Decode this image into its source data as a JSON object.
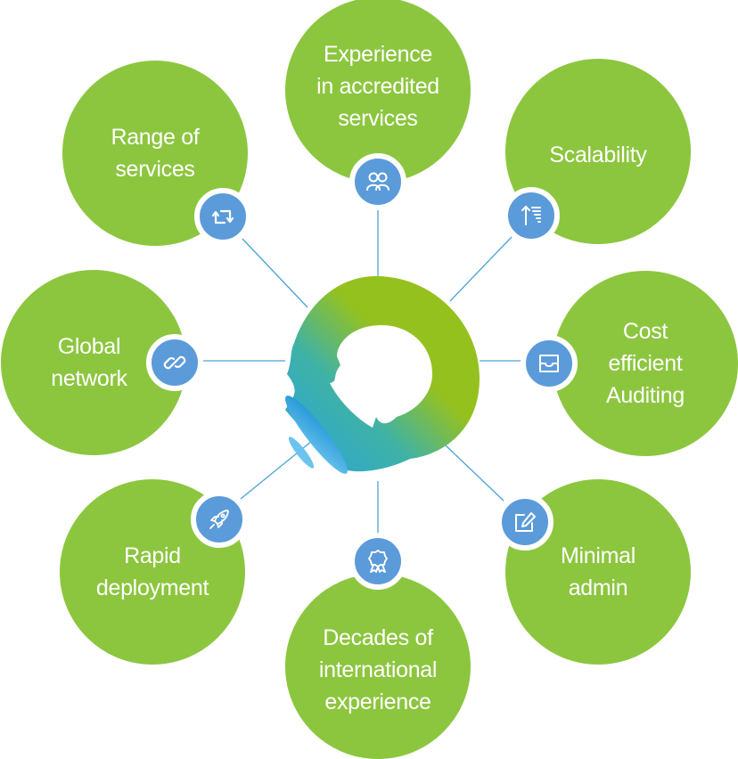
{
  "colors": {
    "bubble": "#8cc63f",
    "badge": "#5b9bd9",
    "connector": "#4aa3d8",
    "logo_green": "#95c11f",
    "logo_teal": "#3fb2a6",
    "logo_blue": "#29a3dd"
  },
  "center_logo": {
    "name": "ring-logo"
  },
  "nodes": [
    {
      "id": "experience-accredited",
      "label": "Experience\nin accredited\nservices",
      "icon": "users-icon"
    },
    {
      "id": "range-of-services",
      "label": "Range of\nservices",
      "icon": "repeat-icon"
    },
    {
      "id": "scalability",
      "label": "Scalability",
      "icon": "sort-ascending-icon"
    },
    {
      "id": "global-network",
      "label": "Global\nnetwork",
      "icon": "link-icon"
    },
    {
      "id": "cost-efficient-auditing",
      "label": "Cost\nefficient\nAuditing",
      "icon": "inbox-tray-icon"
    },
    {
      "id": "rapid-deployment",
      "label": "Rapid\ndeployment",
      "icon": "rocket-icon"
    },
    {
      "id": "minimal-admin",
      "label": "Minimal\nadmin",
      "icon": "edit-icon"
    },
    {
      "id": "decades-experience",
      "label": "Decades of\ninternational\nexperience",
      "icon": "award-icon"
    }
  ]
}
